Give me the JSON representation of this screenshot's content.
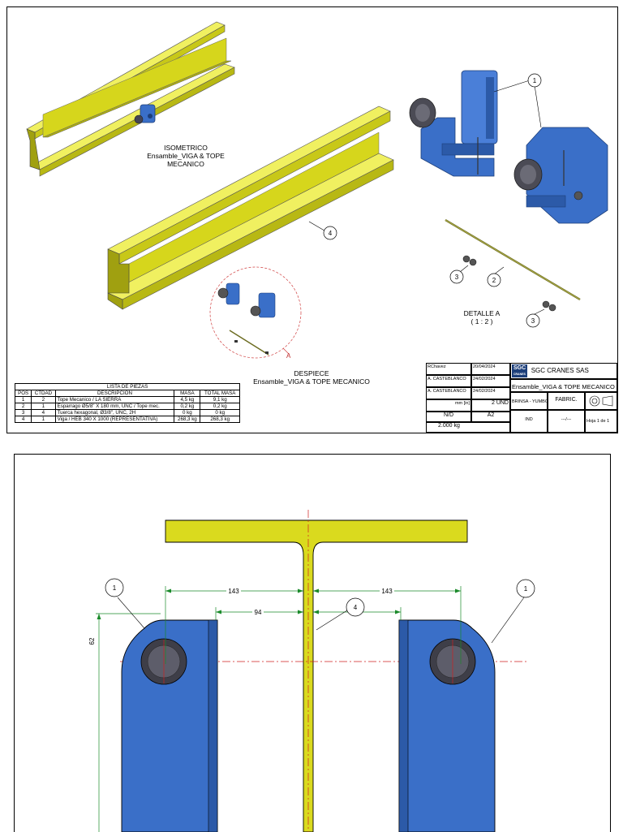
{
  "sheet1": {
    "iso_title": "ISOMETRICO",
    "iso_subtitle": "Ensamble_VIGA & TOPE MECANICO",
    "exploded_title": "DESPIECE",
    "exploded_subtitle": "Ensamble_VIGA & TOPE MECANICO",
    "detail_title": "DETALLE A",
    "detail_scale": "( 1 : 2 )",
    "detail_letter": "A",
    "balloons": [
      "1",
      "2",
      "3",
      "4"
    ],
    "parts_list": {
      "title": "LISTA DE PIEZAS",
      "headers": [
        "POS",
        "CTDAD",
        "DESCRIPCION",
        "MASA",
        "TOTAL MASA"
      ],
      "rows": [
        [
          "1",
          "2",
          "Tope Mecanico / LA SIERRA",
          "4,5 kg",
          "9,1 kg"
        ],
        [
          "2",
          "1",
          "Esparrago Ø5/8\" X 180 mm, UNC / Tope mec.",
          "0,2 kg",
          "0,2 kg"
        ],
        [
          "3",
          "4",
          "Tuerca hexagonal, Ø3/8\", UNC, 2H",
          "0 kg",
          "0 kg"
        ],
        [
          "4",
          "1",
          "Viga / HEB 340 X 1000 (REPRESENTATIVA)",
          "268,3 kg",
          "268,3 kg"
        ]
      ]
    },
    "title_block": {
      "drawn_by": "RChavez",
      "drawn_date": "20/04/2024",
      "checked_by": "A. CASTEBLANCO",
      "checked_date": "24/02/2024",
      "approved_by": "A. CASTEBLANCO",
      "approved_date": "24/02/2024",
      "units": "mm [in]",
      "quantity": "2 UND",
      "scale": "N/D",
      "size": "A2",
      "total_mass": "2.000 kg",
      "company": "SGC CRANES SAS",
      "logo_top": "SGC",
      "logo_bottom": "CRANES",
      "drawing_title": "Ensamble_VIGA & TOPE MECANICO",
      "client": "BRINSA - YUMBO",
      "state": "FABRIC.",
      "revision": "IND",
      "date_field": "---/---",
      "sheet": "Hoja 1  de 1"
    },
    "colors": {
      "beam": "#e0e020",
      "beam_dark": "#9a9a10",
      "part": "#3a6fc8",
      "part_dark": "#1d3f7a"
    }
  },
  "sheet2": {
    "balloon_beam": "4",
    "balloon_left": "1",
    "balloon_right": "1",
    "dim_143_left": "143",
    "dim_143_right": "143",
    "dim_94_left": "94",
    "dim_94_right": "94",
    "dim_62": "62"
  }
}
